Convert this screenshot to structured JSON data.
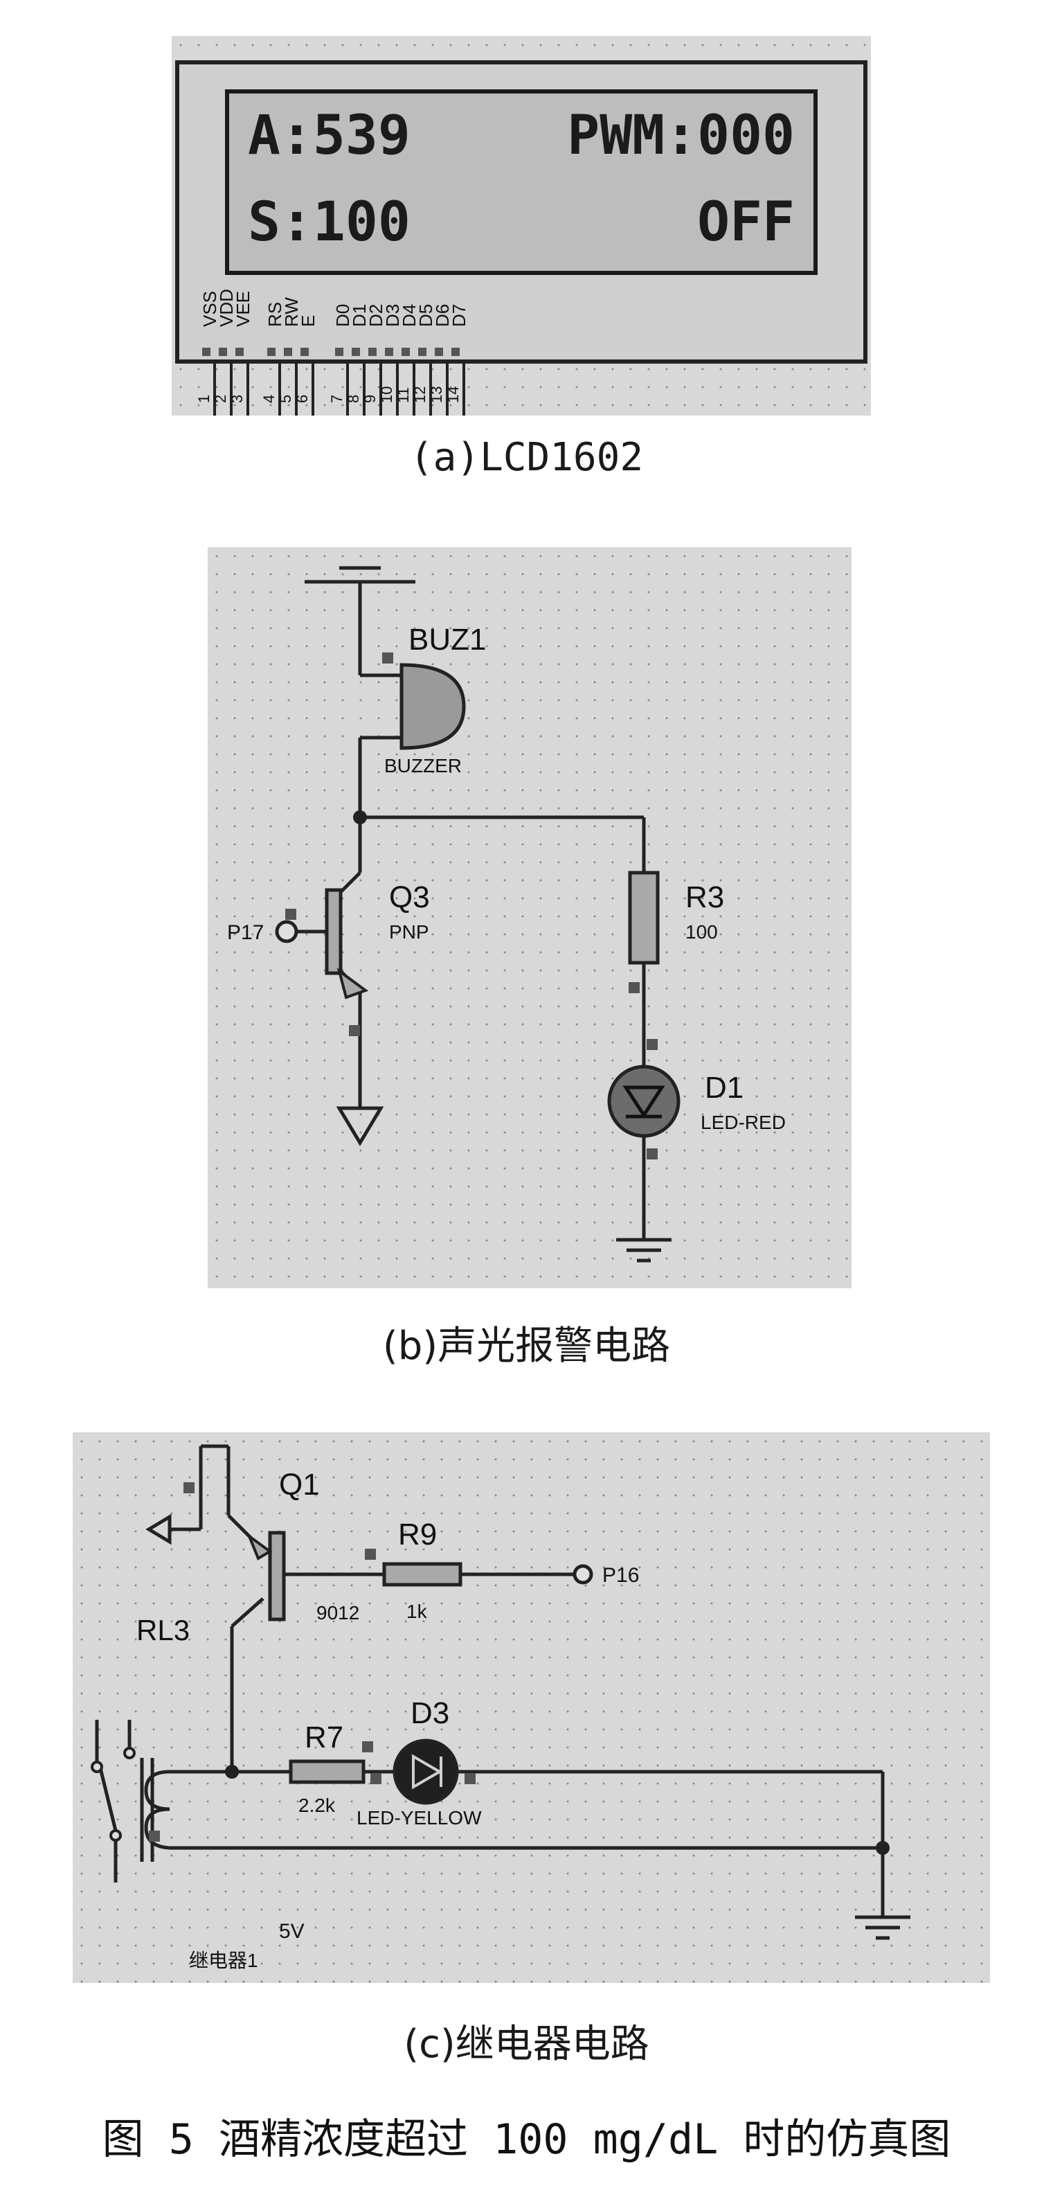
{
  "lcd": {
    "line1_left": "A:539",
    "line1_right": "PWM:000",
    "line2_left": "S:100",
    "line2_right": "OFF",
    "pins": [
      {
        "name": "VSS",
        "num": "1"
      },
      {
        "name": "VDD",
        "num": "2"
      },
      {
        "name": "VEE",
        "num": "3"
      },
      {
        "name": "RS",
        "num": "4"
      },
      {
        "name": "RW",
        "num": "5"
      },
      {
        "name": "E",
        "num": "6"
      },
      {
        "name": "D0",
        "num": "7"
      },
      {
        "name": "D1",
        "num": "8"
      },
      {
        "name": "D2",
        "num": "9"
      },
      {
        "name": "D3",
        "num": "10"
      },
      {
        "name": "D4",
        "num": "11"
      },
      {
        "name": "D5",
        "num": "12"
      },
      {
        "name": "D6",
        "num": "13"
      },
      {
        "name": "D7",
        "num": "14"
      }
    ]
  },
  "alarm": {
    "buzzer_ref": "BUZ1",
    "buzzer_type": "BUZZER",
    "transistor_ref": "Q3",
    "transistor_type": "PNP",
    "port": "P17",
    "resistor_ref": "R3",
    "resistor_value": "100",
    "led_ref": "D1",
    "led_type": "LED-RED"
  },
  "relay": {
    "transistor_ref": "Q1",
    "transistor_type": "9012",
    "relay_ref": "RL3",
    "resistor1_ref": "R9",
    "resistor1_value": "1k",
    "port": "P16",
    "resistor2_ref": "R7",
    "resistor2_value": "2.2k",
    "led_ref": "D3",
    "led_type": "LED-YELLOW",
    "relay_voltage": "5V",
    "relay_label": "继电器1"
  },
  "captions": {
    "a": "(a)LCD1602",
    "b": "(b)声光报警电路",
    "c": "(c)继电器电路",
    "figure": "图 5  酒精浓度超过 100 mg/dL 时的仿真图"
  }
}
